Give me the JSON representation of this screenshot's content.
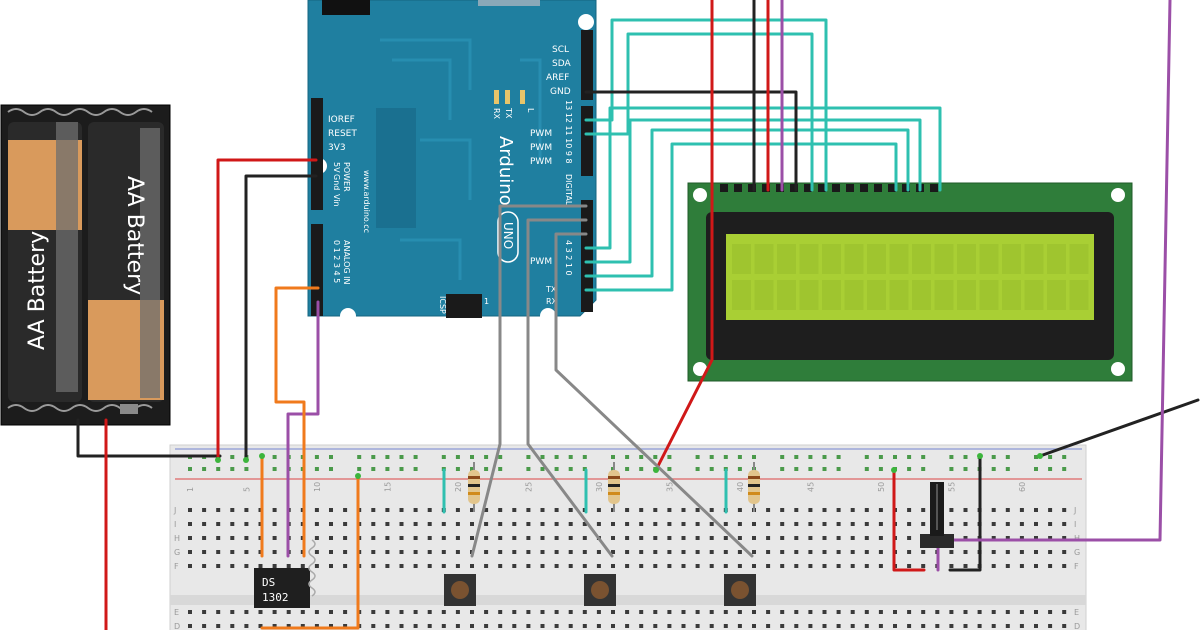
{
  "arduino": {
    "power_pins": [
      "IOREF",
      "RESET",
      "3V3",
      "5V",
      "Gnd",
      "Vin"
    ],
    "power_label": "POWER",
    "analog_label": "ANALOG IN",
    "analog_pins": "0 1 2 3 4 5",
    "top_pins": [
      "SCL",
      "SDA",
      "AREF",
      "GND"
    ],
    "pwm_labels": [
      "PWM",
      "PWM",
      "PWM"
    ],
    "pin_numbers_top": "13 12 11 10 9 8",
    "digital_label": "DIGITAL",
    "pwm_lower": "PWM",
    "pin_numbers_bottom": "4 3 2 1 0",
    "tx_rx": [
      "TX",
      "RX"
    ],
    "tx_rx_top": [
      "TX",
      "RX"
    ],
    "l_label": "L",
    "url": "www.arduino.cc",
    "brand": "Arduino",
    "icsp": "ICSP",
    "icsp_num": "1",
    "uno_logo": "UNO"
  },
  "battery": {
    "label_1": "AA Battery",
    "label_2": "AA Battery"
  },
  "chip": {
    "line1": "DS",
    "line2": "1302"
  },
  "breadboard": {
    "column_numbers": [
      "1",
      "5",
      "10",
      "15",
      "20",
      "25",
      "30",
      "35",
      "40",
      "45",
      "50",
      "55",
      "60"
    ],
    "row_letters_top": [
      "J",
      "I",
      "H",
      "G",
      "F"
    ],
    "row_letters_bottom": [
      "E",
      "D"
    ]
  },
  "colors": {
    "arduino_board": "#1f7fa0",
    "lcd_board": "#2f7d3a",
    "lcd_screen": "#a9cf34",
    "wire_red": "#d01818",
    "wire_black": "#222222",
    "wire_teal": "#2fc0b0",
    "wire_gray": "#888888",
    "wire_orange": "#f07a1c",
    "wire_purple": "#9b4fa7",
    "breadboard": "#e9e9e9"
  }
}
